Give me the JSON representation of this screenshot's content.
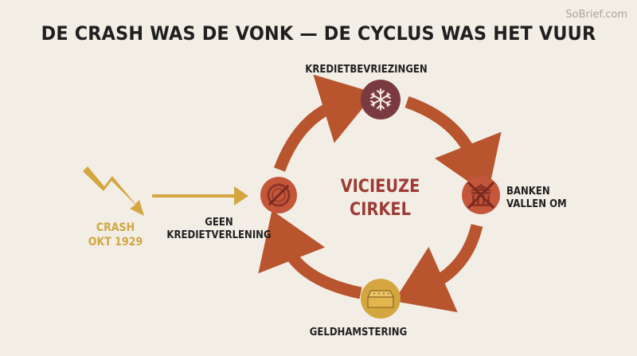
{
  "title": "DE CRASH WAS DE VONK — DE CYCLUS WAS HET VUUR",
  "watermark": "SoBrief.com",
  "center": {
    "line1": "VICIEUZE",
    "line2": "CIRKEL"
  },
  "trigger": {
    "line1": "CRASH",
    "line2": "OKT 1929",
    "icon": "lightning-bolt-icon"
  },
  "nodes": [
    {
      "id": "top",
      "lines": [
        "KREDIETBEVRIEZINGEN"
      ],
      "icon": "snowflake-icon",
      "color": "#7a3b40"
    },
    {
      "id": "right",
      "lines": [
        "BANKEN",
        "VALLEN OM"
      ],
      "icon": "crossed-bank-icon",
      "color": "#c4563a"
    },
    {
      "id": "bottom",
      "lines": [
        "GELDHAMSTERING"
      ],
      "icon": "money-box-icon",
      "color": "#d4a63f"
    },
    {
      "id": "left",
      "lines": [
        "GEEN",
        "KREDIETVERLENING"
      ],
      "icon": "crossed-coin-icon",
      "color": "#c4563a"
    }
  ],
  "colors": {
    "arrow": "#b8552e",
    "gold": "#d4a63f",
    "background": "#f2eee6"
  }
}
